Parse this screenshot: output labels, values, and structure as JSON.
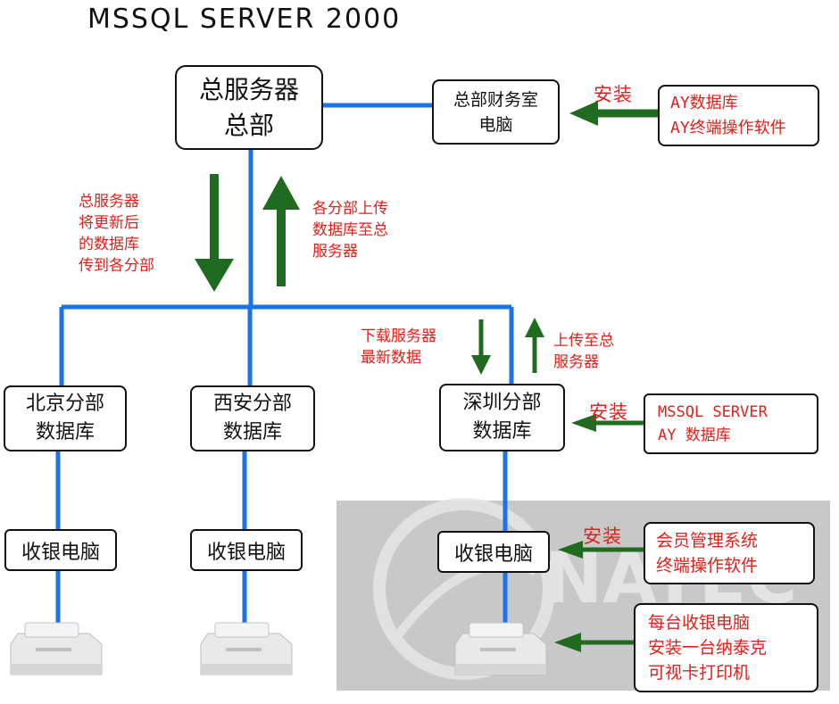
{
  "title": "MSSQL SERVER 2000",
  "hq_server": {
    "line1": "总服务器",
    "line2": "总部"
  },
  "finance_pc": {
    "line1": "总部财务室",
    "line2": "电脑"
  },
  "finance_software": {
    "line1": "AY数据库",
    "line2": "AY终端操作软件"
  },
  "install_label": "安装",
  "download_note": [
    "总服务器",
    "将更新后",
    "的数据库",
    "传到各分部"
  ],
  "upload_note": [
    "各分部上传",
    "数据库至总",
    "服务器"
  ],
  "branch_download_note": [
    "下载服务器",
    "最新数据"
  ],
  "branch_upload_note": [
    "上传至总",
    "服务器"
  ],
  "branches": [
    {
      "line1": "北京分部",
      "line2": "数据库"
    },
    {
      "line1": "西安分部",
      "line2": "数据库"
    },
    {
      "line1": "深圳分部",
      "line2": "数据库"
    }
  ],
  "shenzhen_software": {
    "line1": "MSSQL SERVER",
    "line2": "AY 数据库"
  },
  "cashier_label": "收银电脑",
  "member_software": {
    "line1": "会员管理系统",
    "line2": "终端操作软件"
  },
  "printer_note": {
    "line1": "每台收银电脑",
    "line2": "安装一台纳泰克",
    "line3": "可视卡打印机"
  },
  "watermark_text": "NATEC",
  "colors": {
    "line_blue": "#1a73e8",
    "arrow_green": "#1f6b1f",
    "note_red": "#e0201a",
    "panel_gray": "#c8c8c8"
  }
}
